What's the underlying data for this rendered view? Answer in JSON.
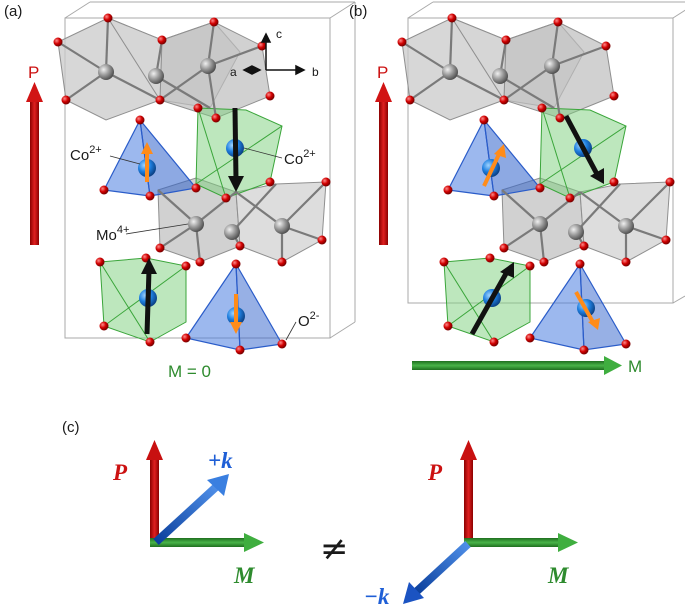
{
  "panels": {
    "a": {
      "label": "(a)",
      "p_label": "P",
      "m_label": "M = 0",
      "axes": {
        "c": "c",
        "a": "a",
        "b": "b"
      },
      "atoms": {
        "co_left": {
          "base": "Co",
          "sup": "2+"
        },
        "co_right": {
          "base": "Co",
          "sup": "2+"
        },
        "mo": {
          "base": "Mo",
          "sup": "4+"
        },
        "o": {
          "base": "O",
          "sup": "2-"
        }
      }
    },
    "b": {
      "label": "(b)",
      "p_label": "P",
      "m_label": "M"
    },
    "c": {
      "label": "(c)",
      "left": {
        "p": "P",
        "m": "M",
        "k": "+k"
      },
      "neq": "≠",
      "right": {
        "p": "P",
        "m": "M",
        "k": "−k"
      }
    }
  },
  "colors": {
    "polarization_arrow": "#cc1111",
    "magnetization_arrow": "#2e8b2e",
    "k_vector": "#1f5fd6",
    "tetrahedron_blue": "#4a7de0",
    "octahedron_green": "#7bd07b",
    "octahedron_gray": "#bdbdbd",
    "oxygen": "#cc0000",
    "cobalt": "#1e7fe0",
    "molybdenum": "#9a9a9a",
    "spin_orange": "#ff8c1a",
    "spin_black": "#111111"
  }
}
